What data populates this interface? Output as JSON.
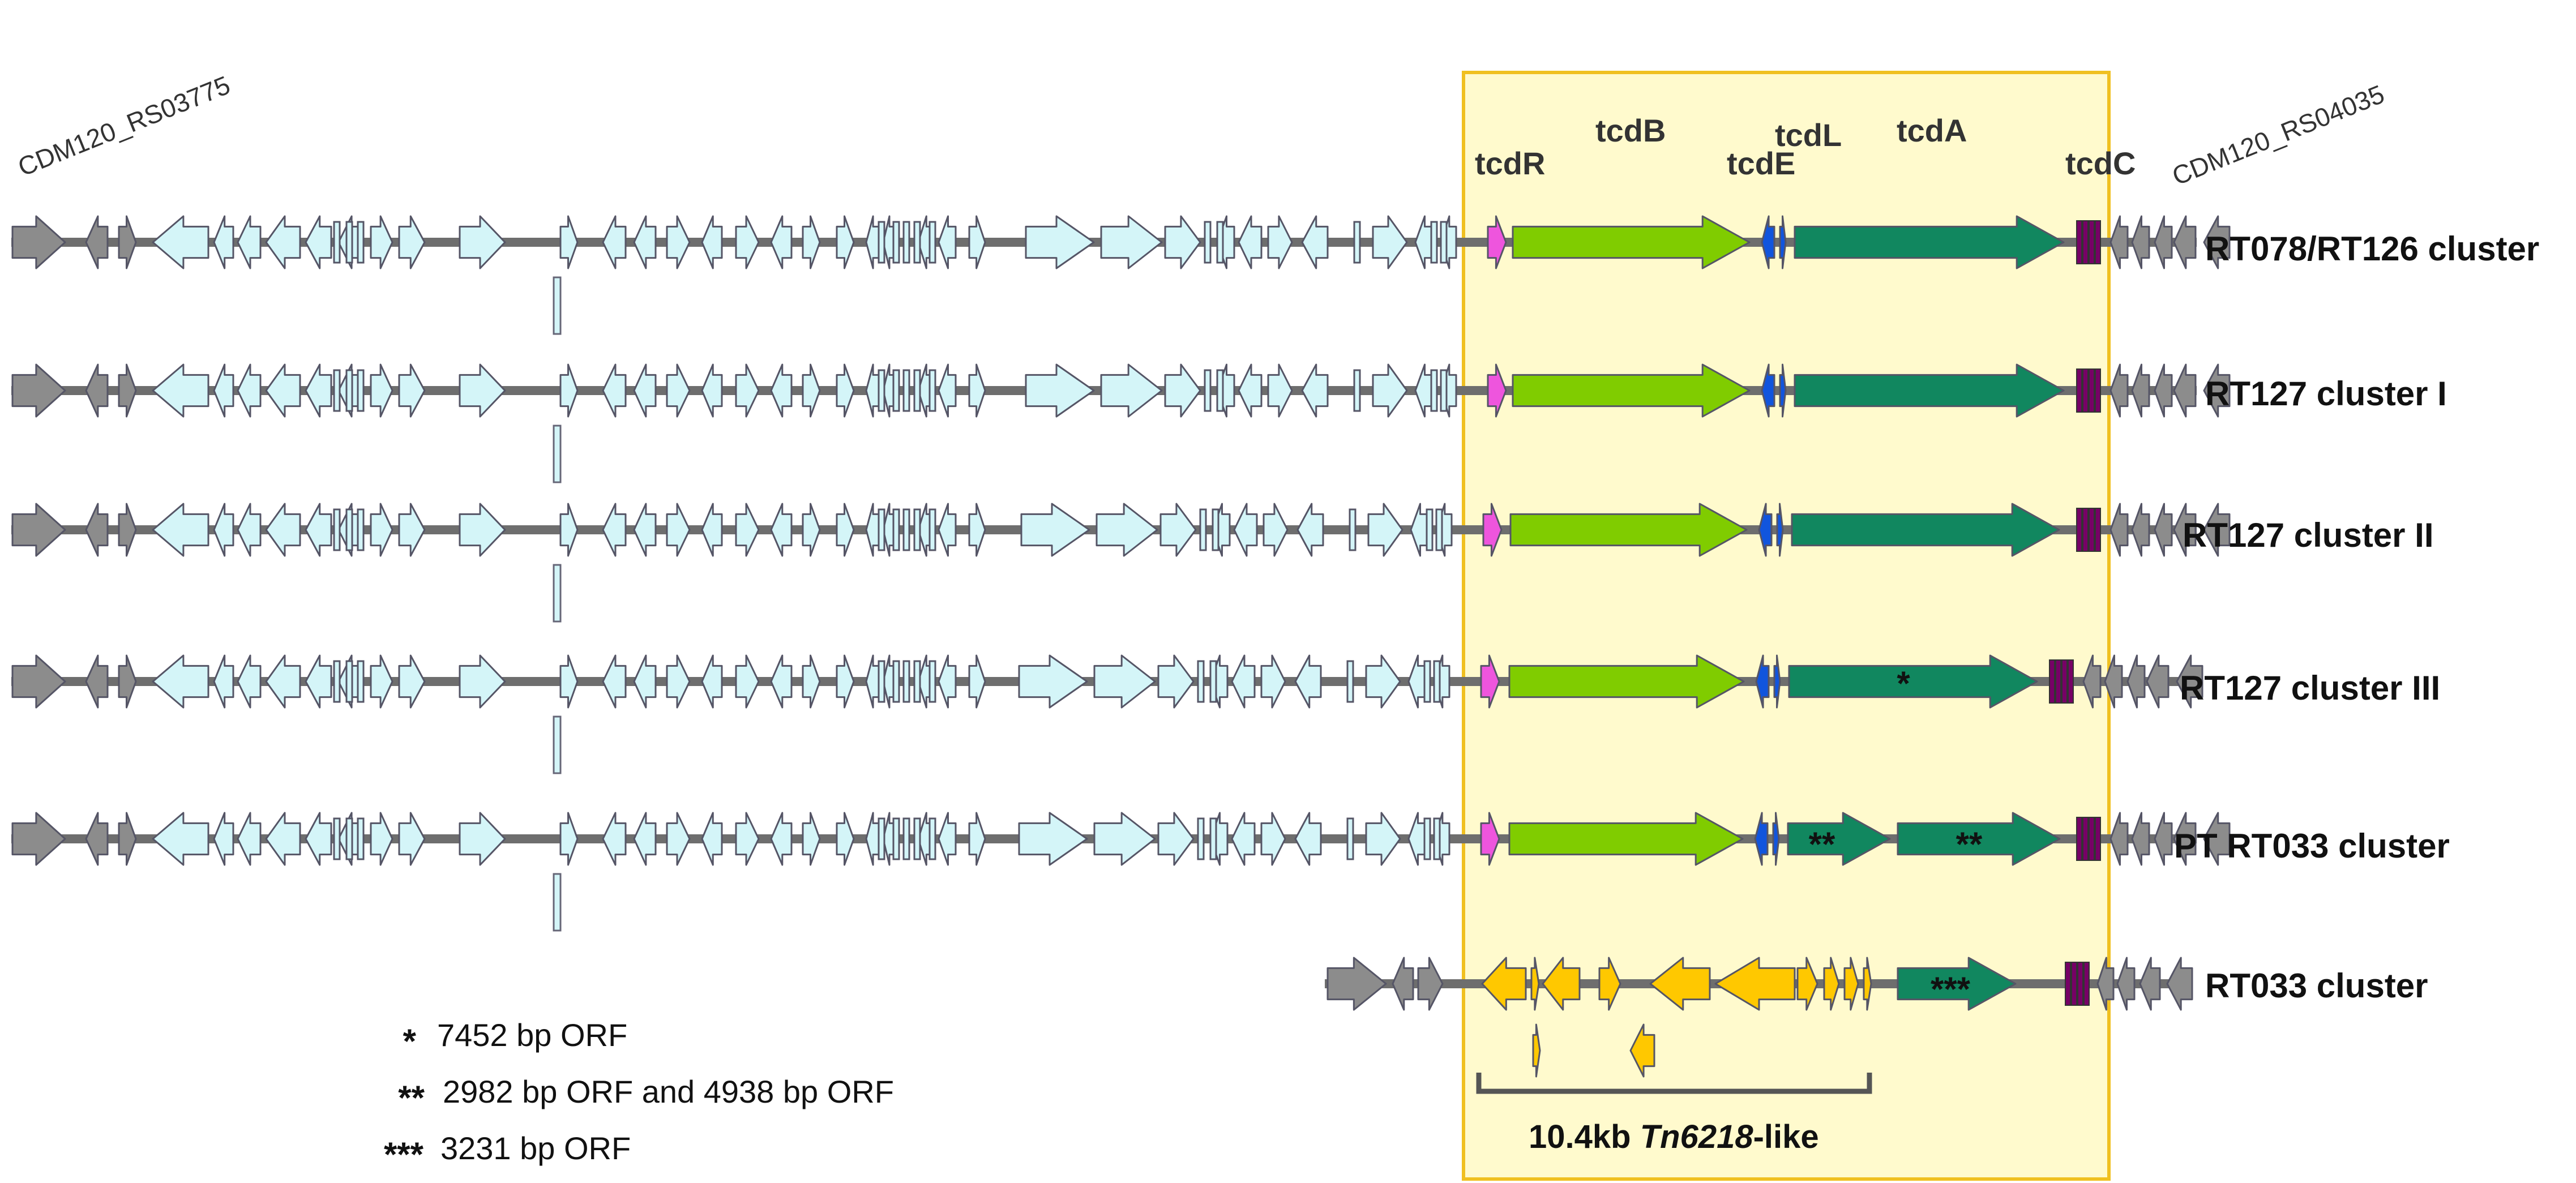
{
  "colors": {
    "box_fill": "#fffacd",
    "box_stroke": "#f0c020",
    "backbone": "#6e6e6e",
    "flank_gray": "#8c8c8c",
    "light_cyan": "#d4f5f8",
    "tcdR": "#ee55dd",
    "tcdB": "#80cc00",
    "tcdE": "#1155dd",
    "tcdA": "#11875f",
    "tcdC": "#770066",
    "transposon": "#ffc800",
    "text": "#1a1a1a"
  },
  "flank_labels": {
    "left": "CDM120_RS03775",
    "right": "CDM120_RS04035"
  },
  "gene_labels": [
    {
      "key": "tcdR",
      "text": "tcdR"
    },
    {
      "key": "tcdB",
      "text": "tcdB"
    },
    {
      "key": "tcdE",
      "text": "tcdE"
    },
    {
      "key": "tcdL",
      "text": "tcdL"
    },
    {
      "key": "tcdA",
      "text": "tcdA"
    },
    {
      "key": "tcdC",
      "text": "tcdC"
    }
  ],
  "rows": [
    {
      "label": "RT078/RT126 cluster",
      "variant": "full",
      "shift": 0,
      "tcdA_marks": []
    },
    {
      "label": "RT127 cluster I",
      "variant": "full",
      "shift": 0,
      "tcdA_marks": []
    },
    {
      "label": "RT127 cluster II",
      "variant": "full",
      "shift": -8,
      "tcdA_marks": []
    },
    {
      "label": "RT127 cluster III",
      "variant": "short",
      "shift": -12,
      "tcdA_marks": [
        "*"
      ]
    },
    {
      "label": "PT RT033 cluster",
      "variant": "split",
      "shift": -12,
      "tcdA_marks": [
        "**",
        "**"
      ]
    },
    {
      "label": "RT033 cluster",
      "variant": "rt033",
      "shift": 0,
      "tcdA_marks": [
        "***"
      ]
    }
  ],
  "legend": [
    {
      "symbol": "*",
      "text": "7452 bp ORF"
    },
    {
      "symbol": "**",
      "text": "2982 bp ORF and 4938 bp ORF"
    },
    {
      "symbol": "***",
      "text": "3231 bp ORF"
    }
  ],
  "transposon_label": {
    "size": "10.4kb",
    "name": "Tn6218",
    "suffix": "-like"
  }
}
